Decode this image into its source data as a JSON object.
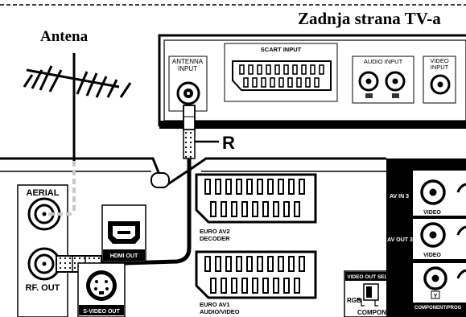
{
  "labels": {
    "tv_back": "Zadnja strana TV-a",
    "antenna": "Antena",
    "cable_r": "R",
    "tv_antenna_input": [
      "ANTENNA",
      "INPUT"
    ],
    "tv_scart_input": "SCART INPUT",
    "tv_audio_input": "AUDIO INPUT",
    "tv_video_input": [
      "VIDEO",
      "INPUT"
    ],
    "aerial": "AERIAL",
    "rf_out": "RF. OUT",
    "hdmi_out": "HDMI OUT",
    "s_video_out": "S-VIDEO OUT",
    "euro_av2": [
      "EURO AV2",
      "DECODER"
    ],
    "euro_av1": [
      "EURO AV1",
      "AUDIO/VIDEO"
    ],
    "video_out_select": "VIDEO OUT SELECT",
    "rgb": "RGB",
    "component": "COMPONENT",
    "av_in3": "AV IN 3",
    "av_out3": "AV OUT 3",
    "video_1": "VIDEO",
    "video_2": "VIDEO",
    "component_prog": "COMPONENT/PROG",
    "y_label": "Y"
  }
}
